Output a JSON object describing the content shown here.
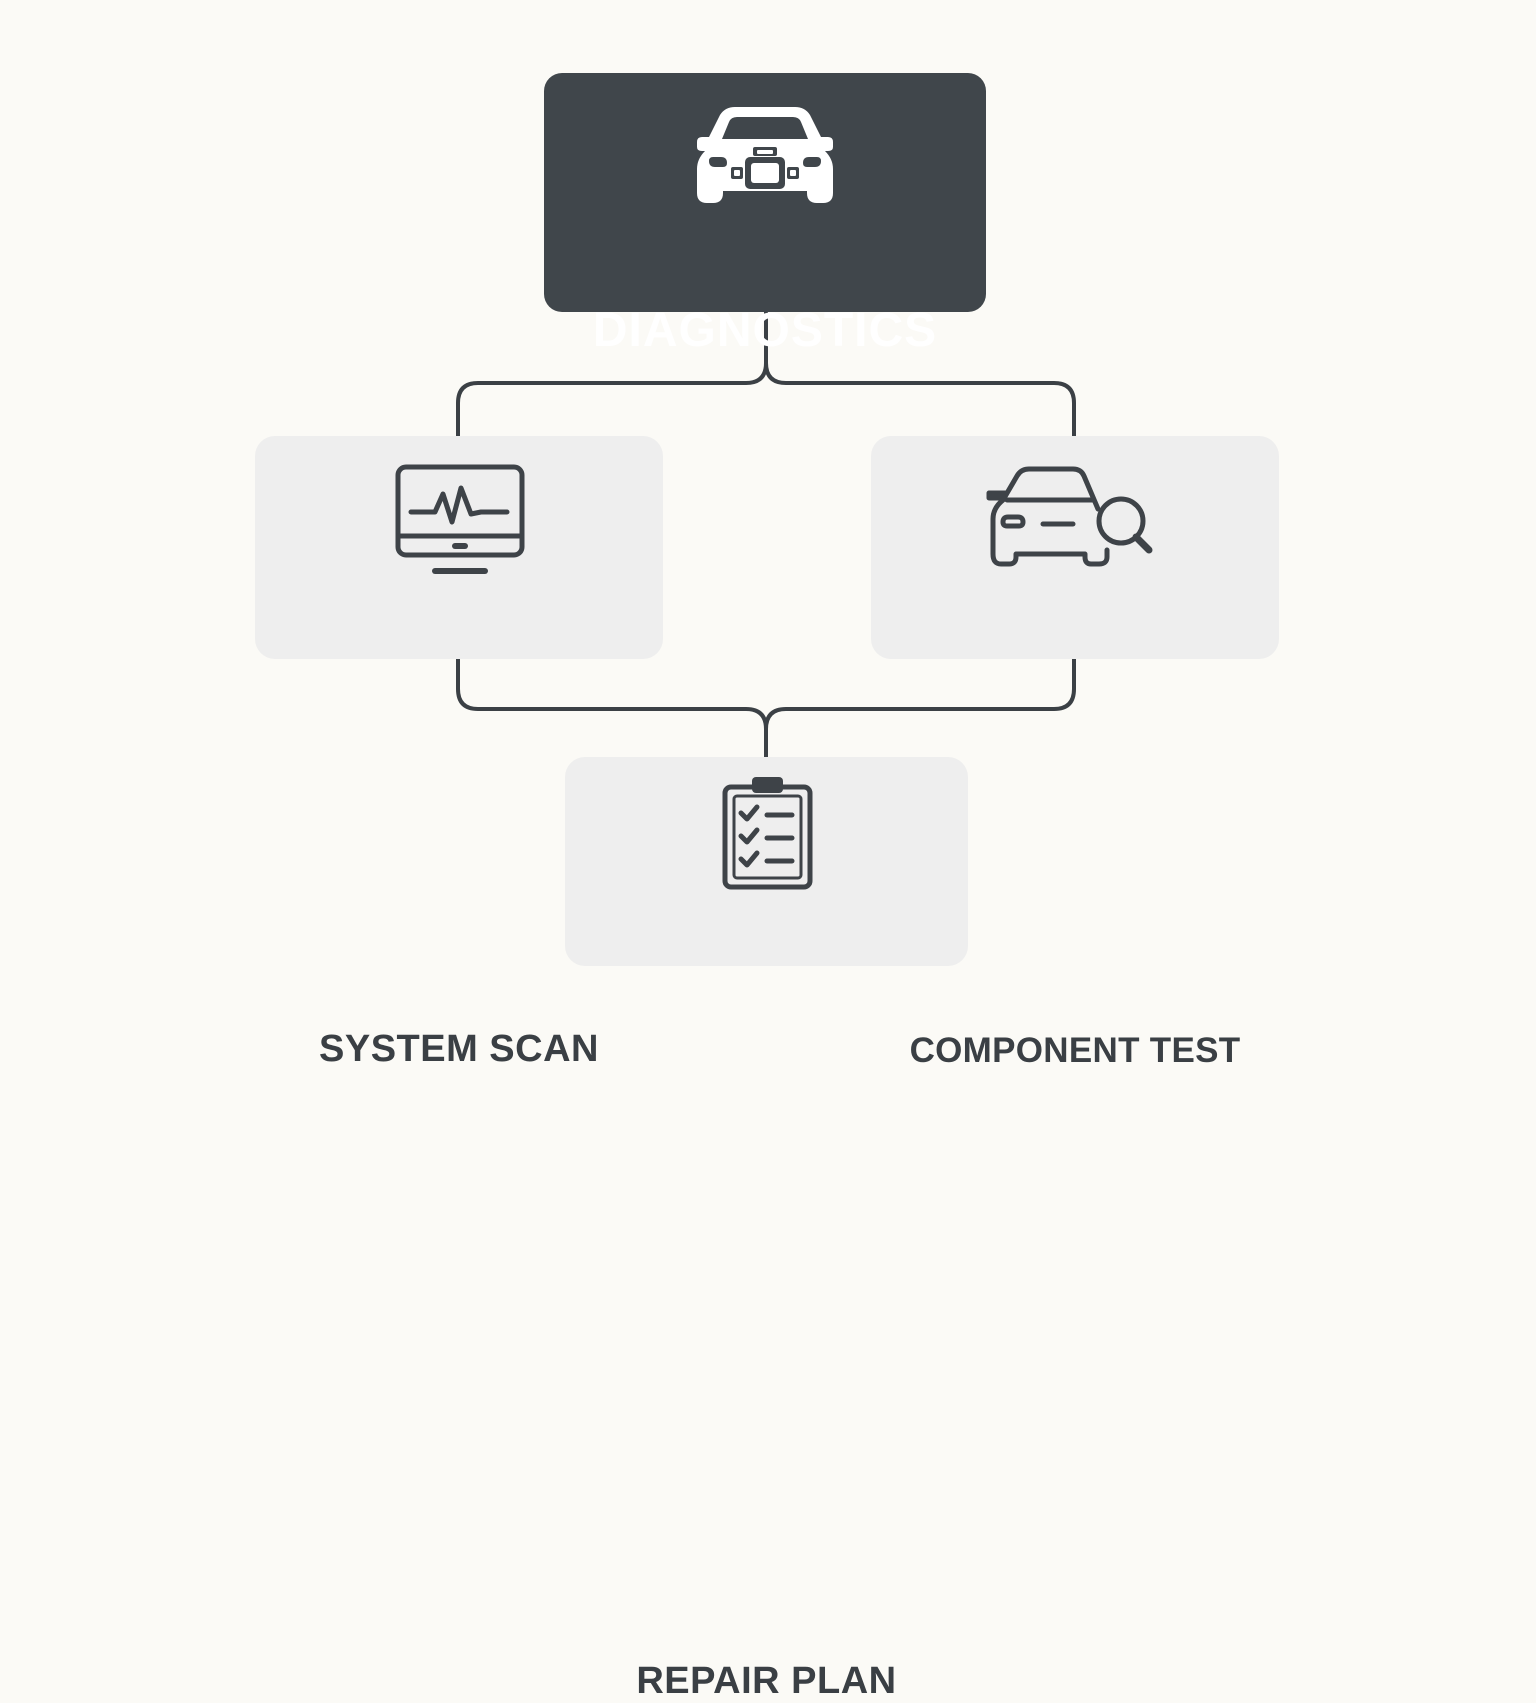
{
  "diagram": {
    "root": {
      "label": "DIAGNOSTICS",
      "icon": "car-engine-icon"
    },
    "branches": [
      {
        "label": "SYSTEM SCAN",
        "icon": "monitor-waveform-icon"
      },
      {
        "label": "COMPONENT TEST",
        "icon": "car-magnifier-icon"
      }
    ],
    "result": {
      "label": "REPAIR PLAN",
      "icon": "clipboard-checklist-icon"
    }
  },
  "colors": {
    "background": "#fbfaf6",
    "root_fill": "#40464b",
    "node_fill": "#eeeeee",
    "text_dark": "#3a3f44",
    "connector": "#3b4045"
  }
}
